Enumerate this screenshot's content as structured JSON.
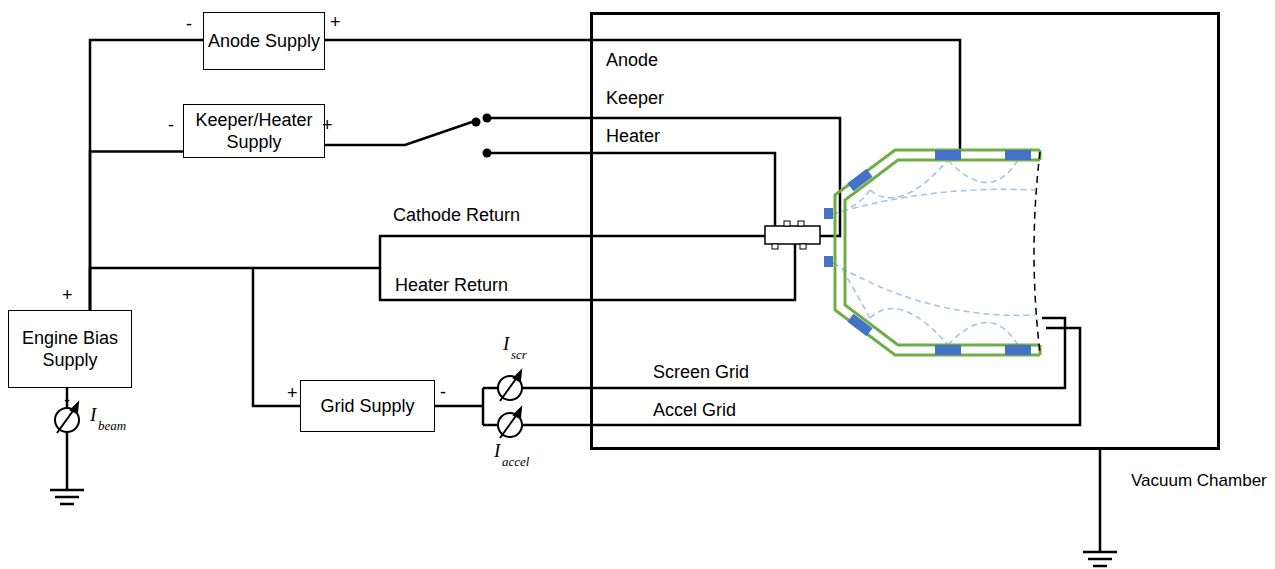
{
  "diagram": {
    "nodes": [
      {
        "text": [
          "Anode Supply"
        ]
      },
      {
        "text": [
          "Keeper/Heater Supply"
        ]
      },
      {
        "text": [
          "Engine Bias Supply"
        ]
      },
      {
        "text": [
          "Grid Supply"
        ]
      },
      {
        "text": [
          "Vacuum Chamber"
        ]
      }
    ],
    "edges": [
      {
        "from": 0,
        "to": 2,
        "arrow": "none"
      },
      {
        "from": 1,
        "to": 2,
        "arrow": "none"
      },
      {
        "from": 3,
        "to": 2,
        "arrow": "none"
      }
    ],
    "labels": [
      "-",
      "+",
      "-",
      "+",
      "+",
      "-",
      "+",
      "-",
      "Anode",
      "Keeper",
      "Heater",
      "Cathode Return",
      "Heater Return",
      "Screen Grid",
      "Accel Grid",
      "I",
      "scr",
      "I",
      "accel",
      "I",
      "beam"
    ]
  }
}
